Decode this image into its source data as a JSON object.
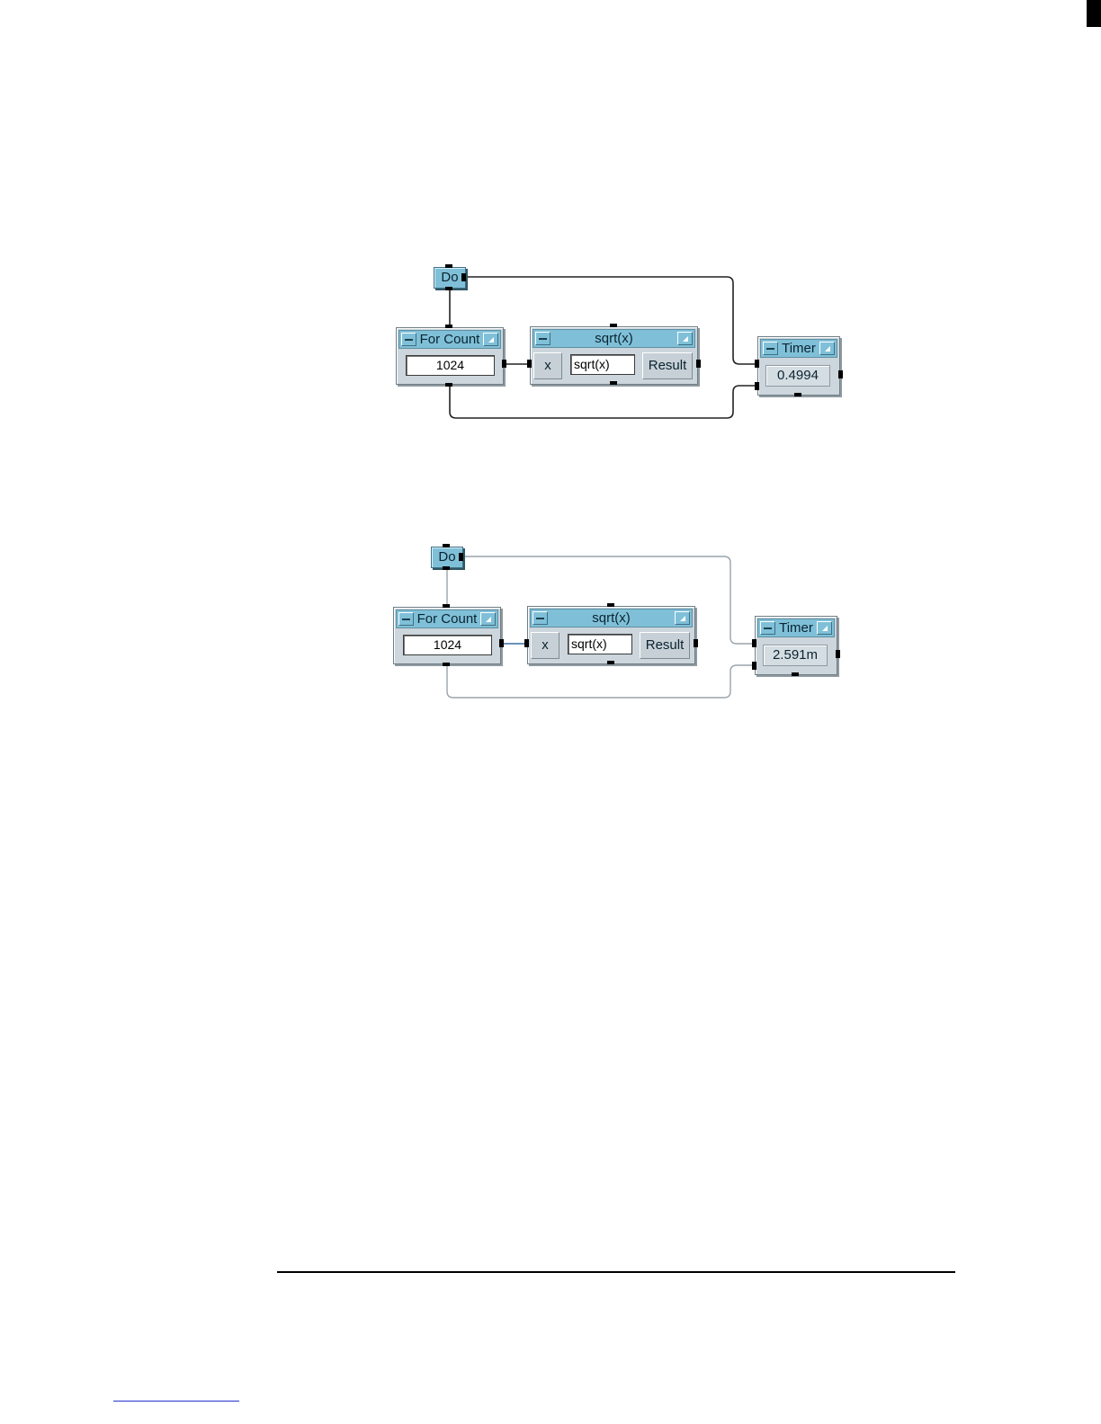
{
  "diagrams": [
    {
      "do_label": "Do",
      "for_count": {
        "title": "For Count",
        "value": "1024"
      },
      "formula": {
        "title": "sqrt(x)",
        "input_terminal": "x",
        "expression": "sqrt(x)",
        "output_terminal": "Result"
      },
      "timer": {
        "title": "Timer",
        "value": "0.4994"
      }
    },
    {
      "do_label": "Do",
      "for_count": {
        "title": "For Count",
        "value": "1024"
      },
      "formula": {
        "title": "sqrt(x)",
        "input_terminal": "x",
        "expression": "sqrt(x)",
        "output_terminal": "Result"
      },
      "timer": {
        "title": "Timer",
        "value": "2.591m"
      }
    }
  ],
  "colors": {
    "titlebar": "#7fc0d8",
    "object_body": "#ccd6dc",
    "wire_first": "#222222",
    "wire_second": "#9aa4ab"
  },
  "icons": [
    "minimize-icon",
    "open-view-icon"
  ]
}
